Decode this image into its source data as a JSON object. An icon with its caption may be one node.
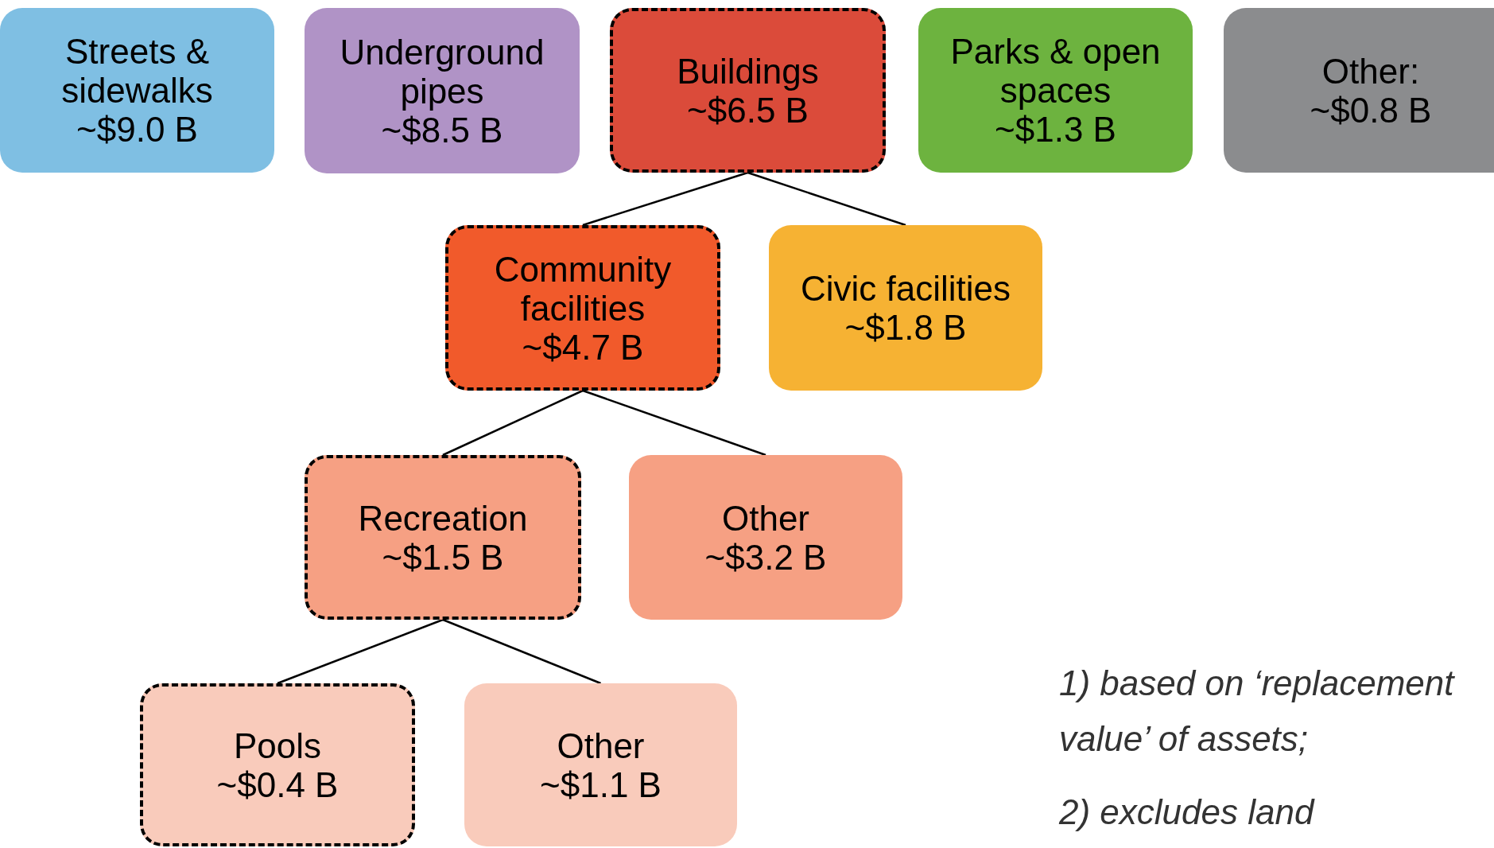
{
  "diagram": {
    "nodes": [
      {
        "text": [
          "Streets & sidewalks",
          "~$9.0 B"
        ]
      },
      {
        "text": [
          "Underground pipes",
          "~$8.5 B"
        ]
      },
      {
        "text": [
          "Buildings",
          "~$6.5 B"
        ]
      },
      {
        "text": [
          "Parks & open spaces",
          "~$1.3 B"
        ]
      },
      {
        "text": [
          "Other:",
          "~$0.8 B"
        ]
      },
      {
        "text": [
          "Community facilities",
          "~$4.7 B"
        ]
      },
      {
        "text": [
          "Civic facilities",
          "~$1.8 B"
        ]
      },
      {
        "text": [
          "Recreation",
          "~$1.5 B"
        ]
      },
      {
        "text": [
          "Other",
          "~$3.2 B"
        ]
      },
      {
        "text": [
          "Pools",
          "~$0.4 B"
        ]
      },
      {
        "text": [
          "Other",
          "~$1.1 B"
        ]
      }
    ],
    "edges": [
      {
        "from": 2,
        "to": 5,
        "arrow": "none"
      },
      {
        "from": 2,
        "to": 6,
        "arrow": "none"
      },
      {
        "from": 5,
        "to": 7,
        "arrow": "none"
      },
      {
        "from": 5,
        "to": 8,
        "arrow": "none"
      },
      {
        "from": 7,
        "to": 9,
        "arrow": "none"
      },
      {
        "from": 7,
        "to": 10,
        "arrow": "none"
      }
    ],
    "labels": [
      "1) based on ‘replacement value’ of assets;",
      "2) excludes land"
    ]
  }
}
